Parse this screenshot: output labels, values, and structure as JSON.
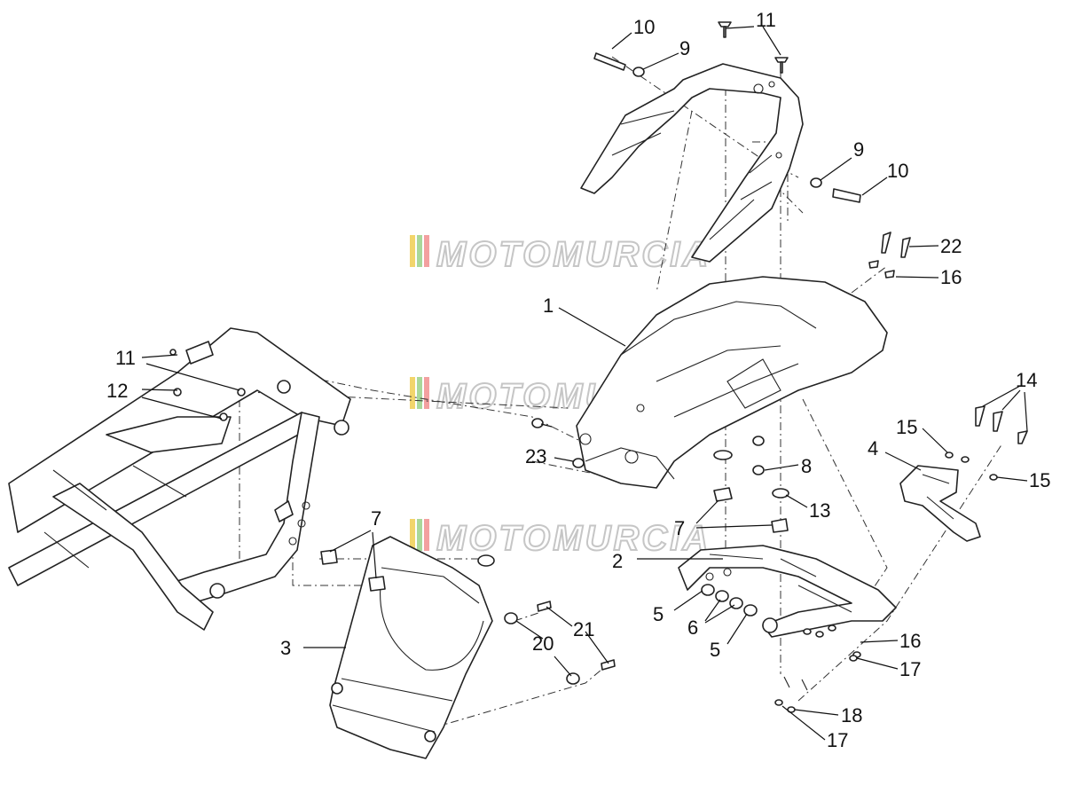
{
  "watermark": {
    "text": "MOTOMURCIA",
    "stripe_colors": [
      "#f2d56b",
      "#a9d89a",
      "#f3a0a0"
    ]
  },
  "callouts": [
    {
      "id": "c-10-top",
      "text": "10"
    },
    {
      "id": "c-9-top",
      "text": "9"
    },
    {
      "id": "c-11-top",
      "text": "11"
    },
    {
      "id": "c-9-right",
      "text": "9"
    },
    {
      "id": "c-10-right",
      "text": "10"
    },
    {
      "id": "c-22",
      "text": "22"
    },
    {
      "id": "c-16-top",
      "text": "16"
    },
    {
      "id": "c-1",
      "text": "1"
    },
    {
      "id": "c-11-left",
      "text": "11"
    },
    {
      "id": "c-12",
      "text": "12"
    },
    {
      "id": "c-14",
      "text": "14"
    },
    {
      "id": "c-15-a",
      "text": "15"
    },
    {
      "id": "c-4",
      "text": "4"
    },
    {
      "id": "c-15-b",
      "text": "15"
    },
    {
      "id": "c-23",
      "text": "23"
    },
    {
      "id": "c-8",
      "text": "8"
    },
    {
      "id": "c-13",
      "text": "13"
    },
    {
      "id": "c-7-mid",
      "text": "7"
    },
    {
      "id": "c-7-right",
      "text": "7"
    },
    {
      "id": "c-2",
      "text": "2"
    },
    {
      "id": "c-5-a",
      "text": "5"
    },
    {
      "id": "c-6",
      "text": "6"
    },
    {
      "id": "c-5-b",
      "text": "5"
    },
    {
      "id": "c-3",
      "text": "3"
    },
    {
      "id": "c-20",
      "text": "20"
    },
    {
      "id": "c-21",
      "text": "21"
    },
    {
      "id": "c-16-bottom",
      "text": "16"
    },
    {
      "id": "c-17-a",
      "text": "17"
    },
    {
      "id": "c-18",
      "text": "18"
    },
    {
      "id": "c-17-b",
      "text": "17"
    }
  ]
}
